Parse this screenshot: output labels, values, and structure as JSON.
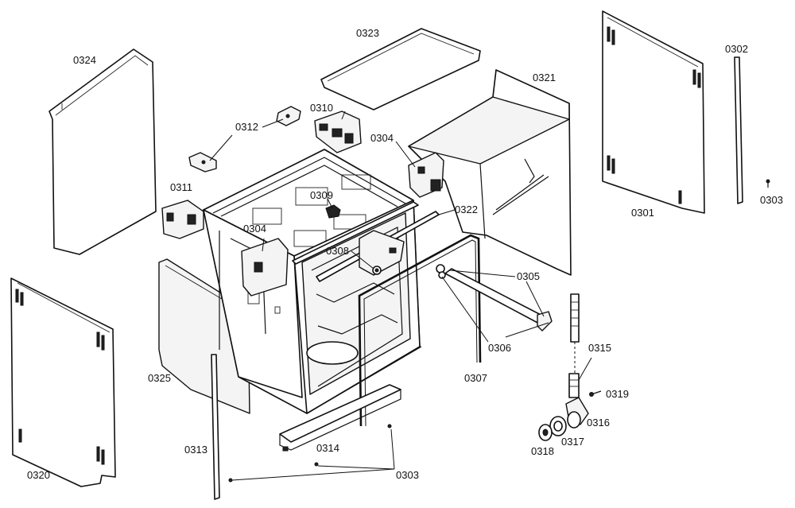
{
  "labels": {
    "l0301": "0301",
    "l0302": "0302",
    "l0303": "0303",
    "l0304": "0304",
    "l0305": "0305",
    "l0306": "0306",
    "l0307": "0307",
    "l0308": "0308",
    "l0309": "0309",
    "l0310": "0310",
    "l0311": "0311",
    "l0312": "0312",
    "l0313": "0313",
    "l0314": "0314",
    "l0315": "0315",
    "l0316": "0316",
    "l0317": "0317",
    "l0318": "0318",
    "l0319": "0319",
    "l0320": "0320",
    "l0321": "0321",
    "l0322": "0322",
    "l0323": "0323",
    "l0324": "0324",
    "l0325": "0325"
  }
}
